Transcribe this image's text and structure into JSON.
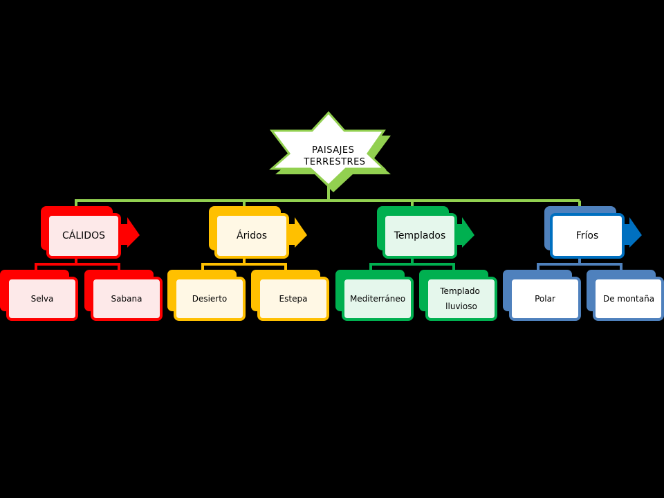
{
  "root": {
    "label_line1": "PAISAJES",
    "label_line2": "TERRESTRES",
    "color": "#92D050",
    "fill": "#FFFFFF"
  },
  "categories": [
    {
      "label": "CÁLIDOS",
      "color": "#FF0000",
      "fill": "#FDE9E9",
      "children": [
        {
          "label": "Selva"
        },
        {
          "label": "Sabana"
        }
      ]
    },
    {
      "label": "Áridos",
      "color": "#FFC000",
      "fill": "#FFF8E5",
      "children": [
        {
          "label": "Desierto"
        },
        {
          "label": "Estepa"
        }
      ]
    },
    {
      "label": "Templados",
      "color": "#00B050",
      "fill": "#E5F7EC",
      "children": [
        {
          "label": "Mediterráneo"
        },
        {
          "label_line1": "Templado",
          "label_line2": "lluvioso"
        }
      ]
    },
    {
      "label": "Fríos",
      "color": "#0070C0",
      "tile_color": "#4F81BD",
      "fill": "#FFFFFF",
      "children": [
        {
          "label": "Polar"
        },
        {
          "label": "De montaña"
        }
      ]
    }
  ]
}
